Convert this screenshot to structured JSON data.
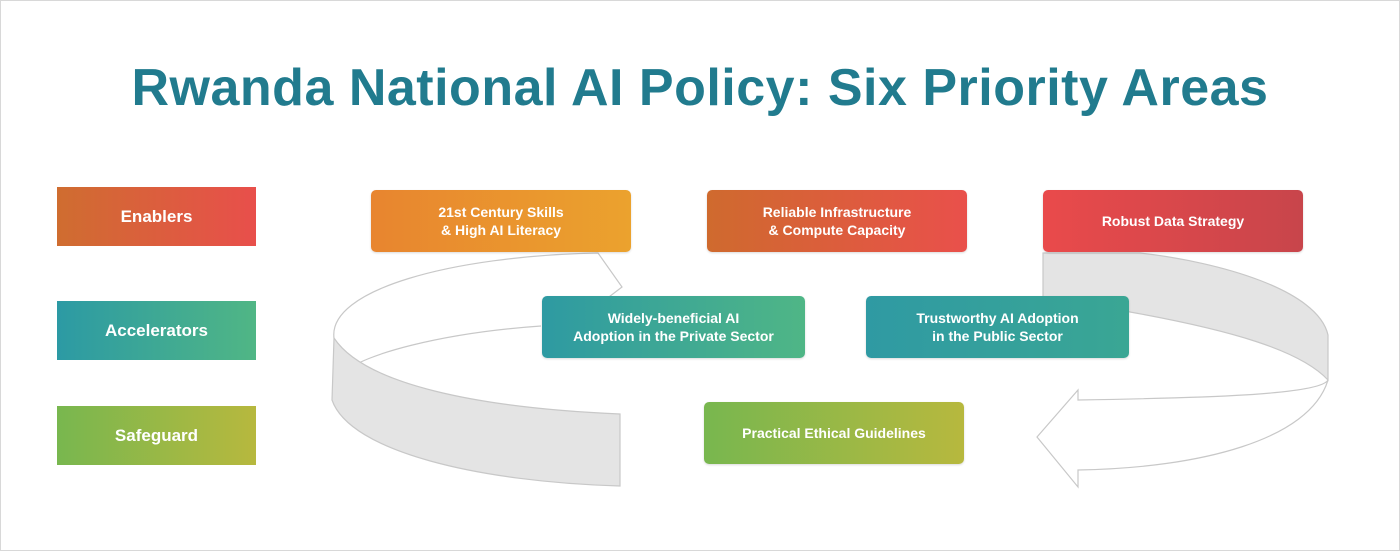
{
  "title": "Rwanda National AI Policy: Six Priority Areas",
  "legend": [
    {
      "label": "Enablers",
      "color": "#e0603d"
    },
    {
      "label": "Accelerators",
      "color": "#3ea893"
    },
    {
      "label": "Safeguard",
      "color": "#9cb746"
    }
  ],
  "areas": {
    "skills": {
      "line1": "21st Century Skills",
      "line2": "& High AI Literacy",
      "category": "Enablers"
    },
    "infrastructure": {
      "line1": "Reliable Infrastructure",
      "line2": "& Compute Capacity",
      "category": "Enablers"
    },
    "data": {
      "line1": "Robust Data Strategy",
      "category": "Enablers"
    },
    "private": {
      "line1": "Widely-beneficial AI",
      "line2": "Adoption in the Private Sector",
      "category": "Accelerators"
    },
    "public": {
      "line1": "Trustworthy AI Adoption",
      "line2": "in the Public Sector",
      "category": "Accelerators"
    },
    "ethics": {
      "line1": "Practical Ethical Guidelines",
      "category": "Safeguard"
    }
  },
  "colors": {
    "title": "#217b8e",
    "ribbon": "#e4e4e4",
    "ribbon_stroke": "#c8c8c8"
  }
}
